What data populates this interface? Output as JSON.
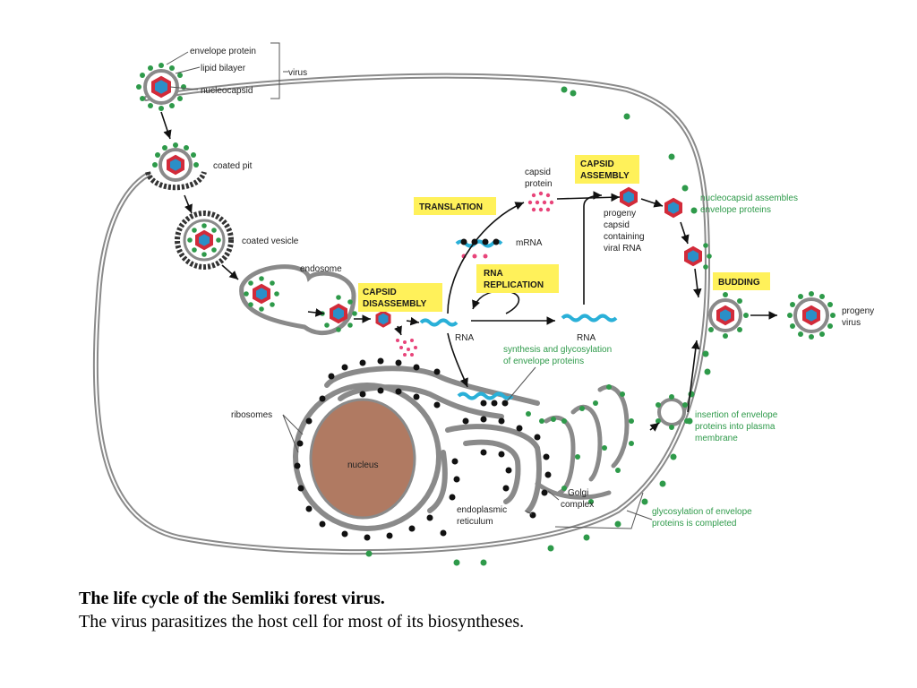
{
  "colors": {
    "envelope": "#2e9a4a",
    "capsid_outer": "#d22b3a",
    "capsid_inner": "#2a8fc8",
    "rna": "#2ab0d8",
    "nucleus": "#b07a62",
    "stage_bg": "#fff15a",
    "membrane": "#8a8a8a",
    "ribosome": "#111111",
    "capsid_protein": "#e8447a"
  },
  "labels": {
    "envelope_protein": "envelope protein",
    "lipid_bilayer": "lipid bilayer",
    "nucleocapsid": "nucleocapsid",
    "virus": "virus",
    "coated_pit": "coated pit",
    "coated_vesicle": "coated vesicle",
    "endosome": "endosome",
    "capsid_protein_l1": "capsid",
    "capsid_protein_l2": "protein",
    "mrna": "mRNA",
    "rna_left": "RNA",
    "rna_right": "RNA",
    "progeny_capsid_l1": "progeny",
    "progeny_capsid_l2": "capsid",
    "progeny_capsid_l3": "containing",
    "progeny_capsid_l4": "viral RNA",
    "nucleocapsid_assembles_l1": "nucleocapsid assembles",
    "nucleocapsid_assembles_l2": "envelope proteins",
    "progeny_virus_l1": "progeny",
    "progeny_virus_l2": "virus",
    "synthesis_l1": "synthesis and glycosylation",
    "synthesis_l2": "of envelope proteins",
    "insertion_l1": "insertion of envelope",
    "insertion_l2": "proteins into plasma",
    "insertion_l3": "membrane",
    "ribosomes": "ribosomes",
    "nucleus": "nucleus",
    "er_l1": "endoplasmic",
    "er_l2": "reticulum",
    "golgi_l1": "Golgi",
    "golgi_l2": "complex",
    "glyco_l1": "glycosylation of envelope",
    "glyco_l2": "proteins is completed"
  },
  "stages": {
    "translation": "TRANSLATION",
    "capsid_assembly_l1": "CAPSID",
    "capsid_assembly_l2": "ASSEMBLY",
    "rna_replication_l1": "RNA",
    "rna_replication_l2": "REPLICATION",
    "capsid_disassembly_l1": "CAPSID",
    "capsid_disassembly_l2": "DISASSEMBLY",
    "budding": "BUDDING"
  },
  "caption": {
    "title": "The life cycle of the Semliki forest virus.",
    "subtitle": "The virus parasitizes the host cell for most of its biosyntheses."
  }
}
